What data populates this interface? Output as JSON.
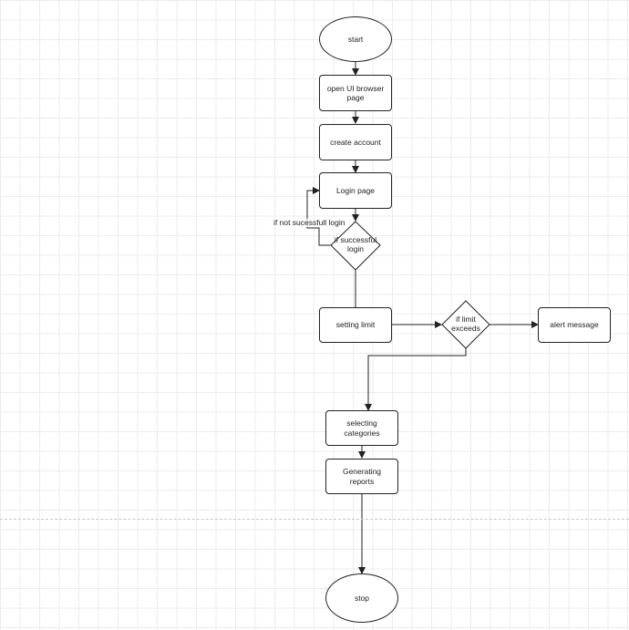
{
  "diagram": {
    "nodes": {
      "start": "start",
      "open_ui": "open UI browser page",
      "create_account": "create account",
      "login_page": "Login page",
      "if_successful": "if successful login",
      "setting_limit": "setting limit",
      "if_limit": "if limit exceeds",
      "alert_message": "alert message",
      "selecting_categories": "selecting categories",
      "generating_reports": "Generating reports",
      "stop": "stop"
    },
    "edge_labels": {
      "not_successful": "if not sucessfull login"
    },
    "colors": {
      "stroke": "#222222",
      "grid": "#ececec",
      "page_break": "#c6c6c6"
    }
  }
}
